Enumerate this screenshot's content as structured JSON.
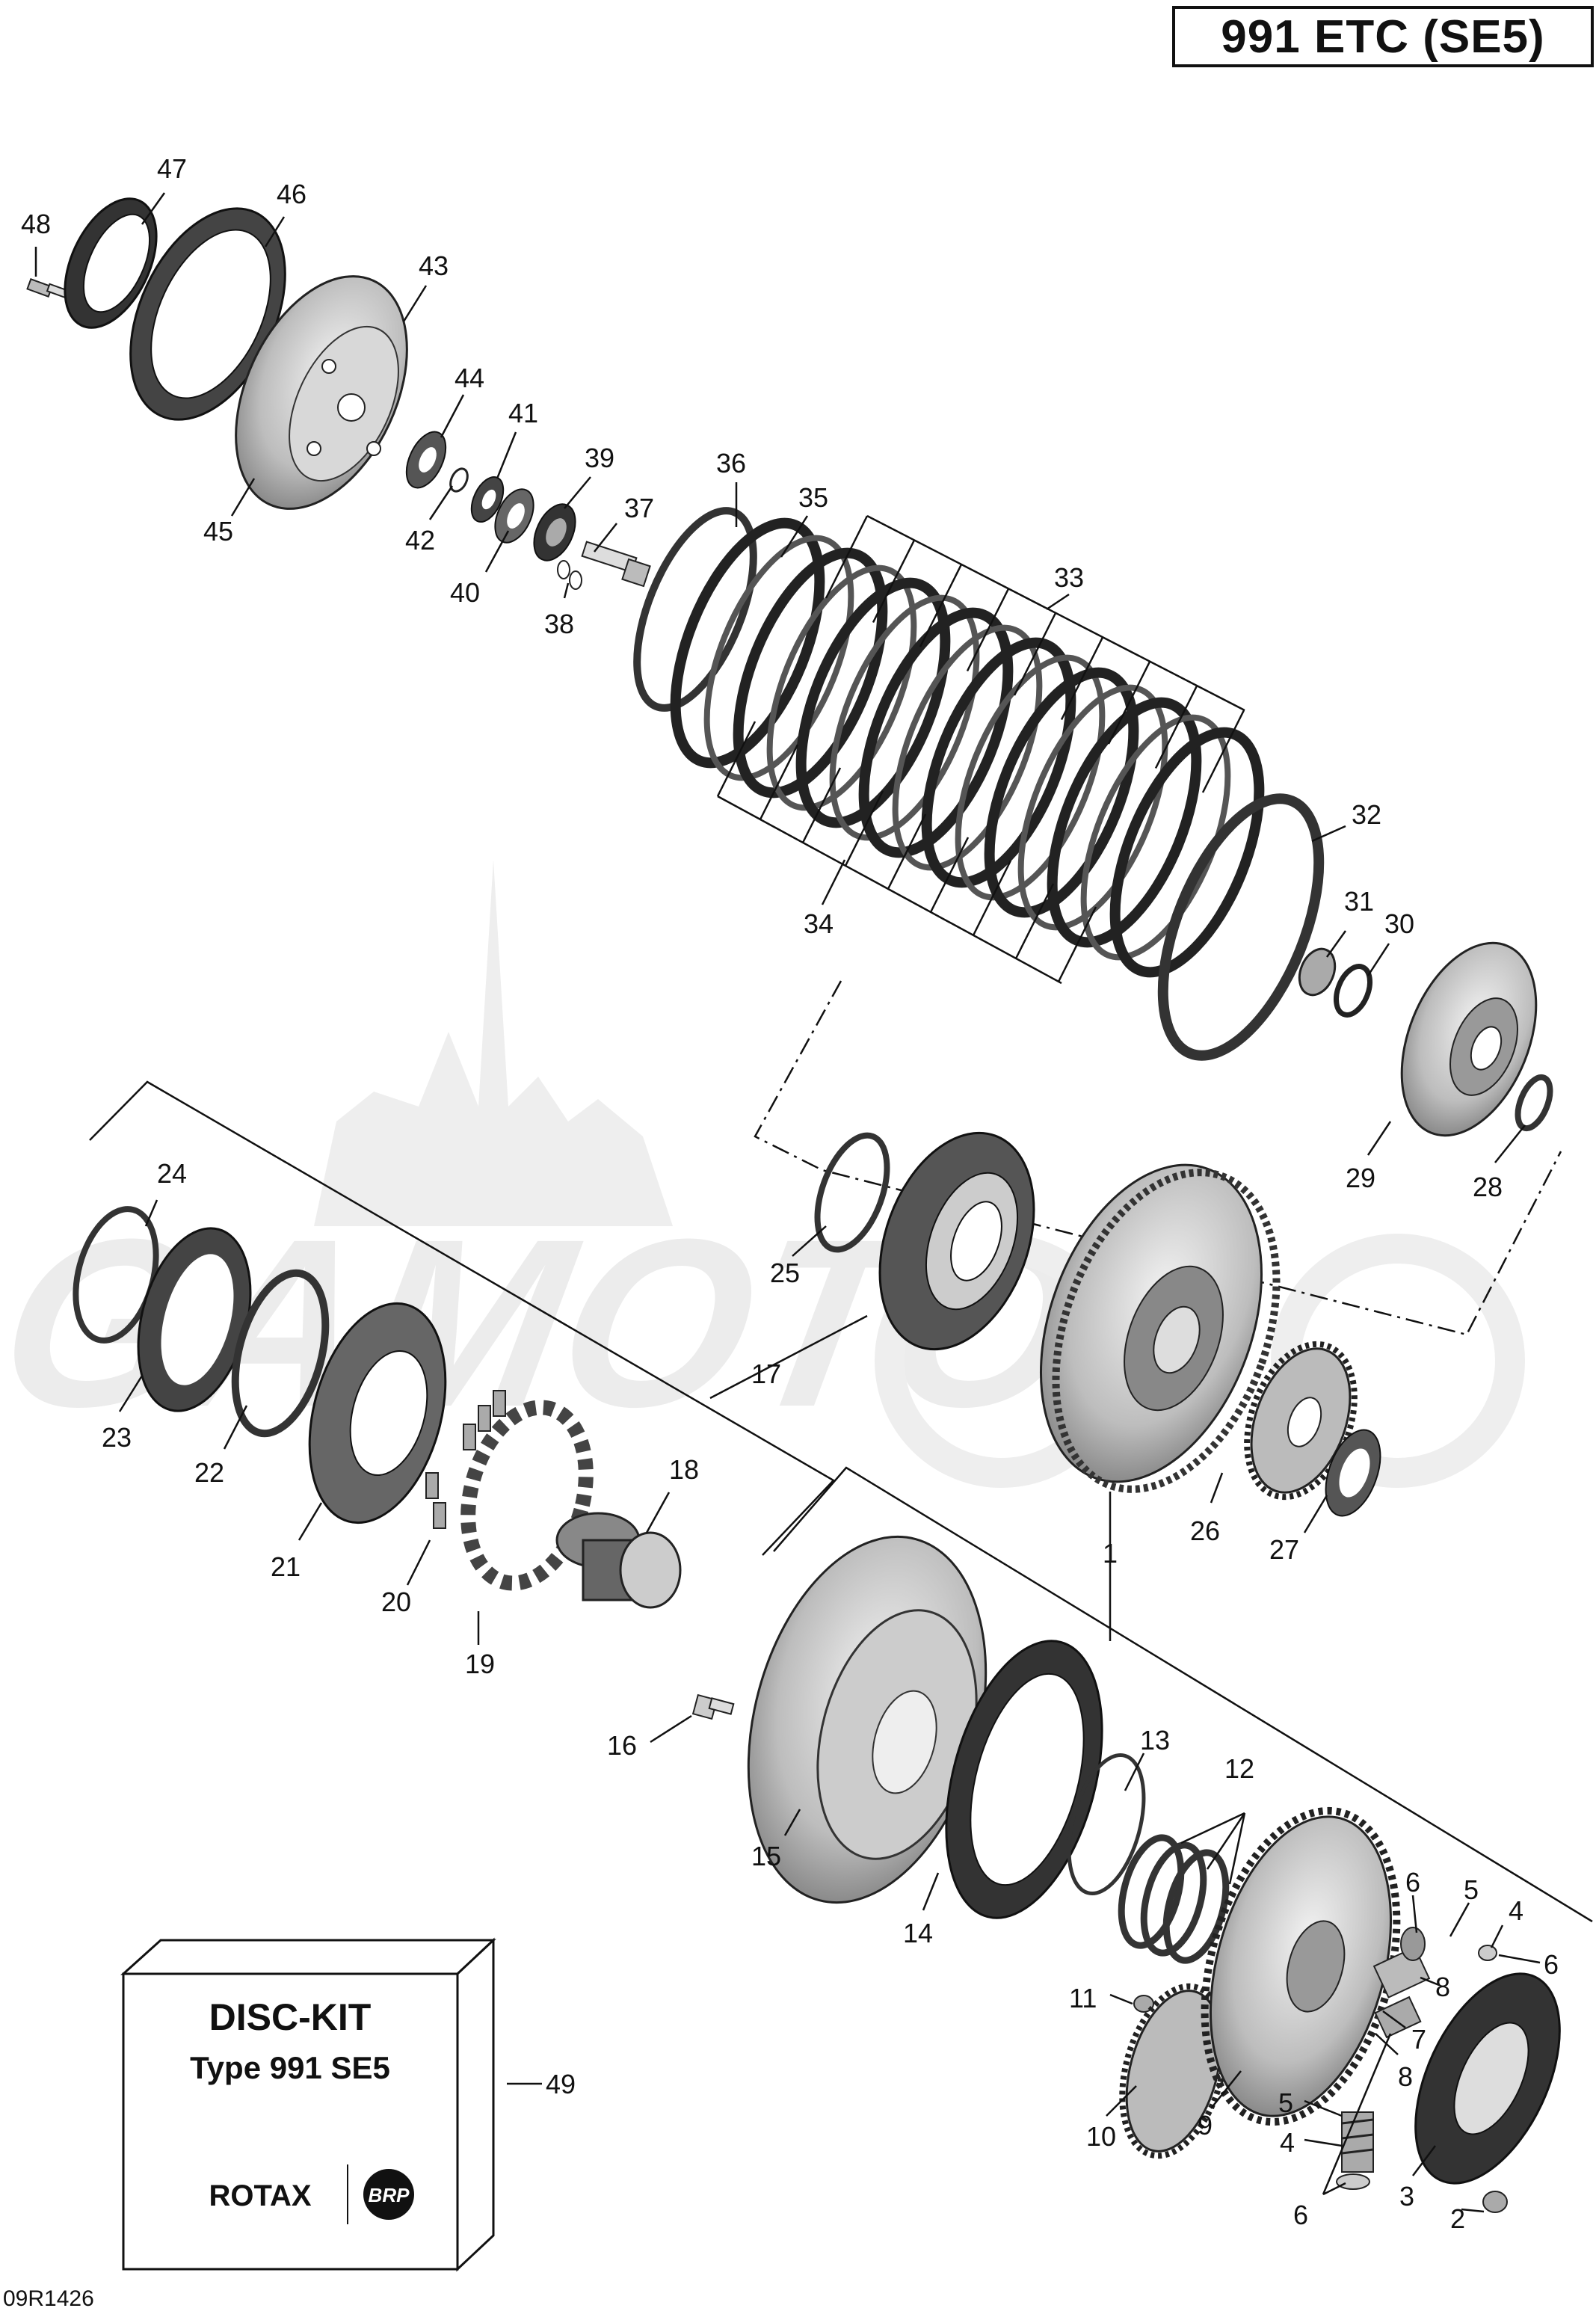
{
  "header": {
    "title": "991 ETC (SE5)"
  },
  "footer": {
    "code": "09R1426"
  },
  "kit": {
    "title": "DISC-KIT",
    "subtitle": "Type 991 SE5",
    "brand": "ROTAX",
    "logo_text": "BRP",
    "ref": "49"
  },
  "watermark": "AGAMOTO",
  "callouts": {
    "n48": "48",
    "n47": "47",
    "n46": "46",
    "n43": "43",
    "n44": "44",
    "n41": "41",
    "n39": "39",
    "n45": "45",
    "n42": "42",
    "n40": "40",
    "n37": "37",
    "n38": "38",
    "n36": "36",
    "n35": "35",
    "n33": "33",
    "n34": "34",
    "n32": "32",
    "n31": "31",
    "n30": "30",
    "n29": "29",
    "n28": "28",
    "n24": "24",
    "n25": "25",
    "n23": "23",
    "n22": "22",
    "n17": "17",
    "n18": "18",
    "n21": "21",
    "n20": "20",
    "n19": "19",
    "n1": "1",
    "n26": "26",
    "n27": "27",
    "n16": "16",
    "n15": "15",
    "n14": "14",
    "n13": "13",
    "n12": "12",
    "n11": "11",
    "n10": "10",
    "n9": "9",
    "n8a": "8",
    "n8b": "8",
    "n7": "7",
    "n6a": "6",
    "n6b": "6",
    "n6c": "6",
    "n5a": "5",
    "n5b": "5",
    "n4a": "4",
    "n4b": "4",
    "n3": "3",
    "n2": "2"
  },
  "icons": [
    "bolt-icon",
    "gear-icon",
    "spring-icon",
    "clutch-disc-icon",
    "kit-box-icon",
    "brp-logo-icon"
  ]
}
